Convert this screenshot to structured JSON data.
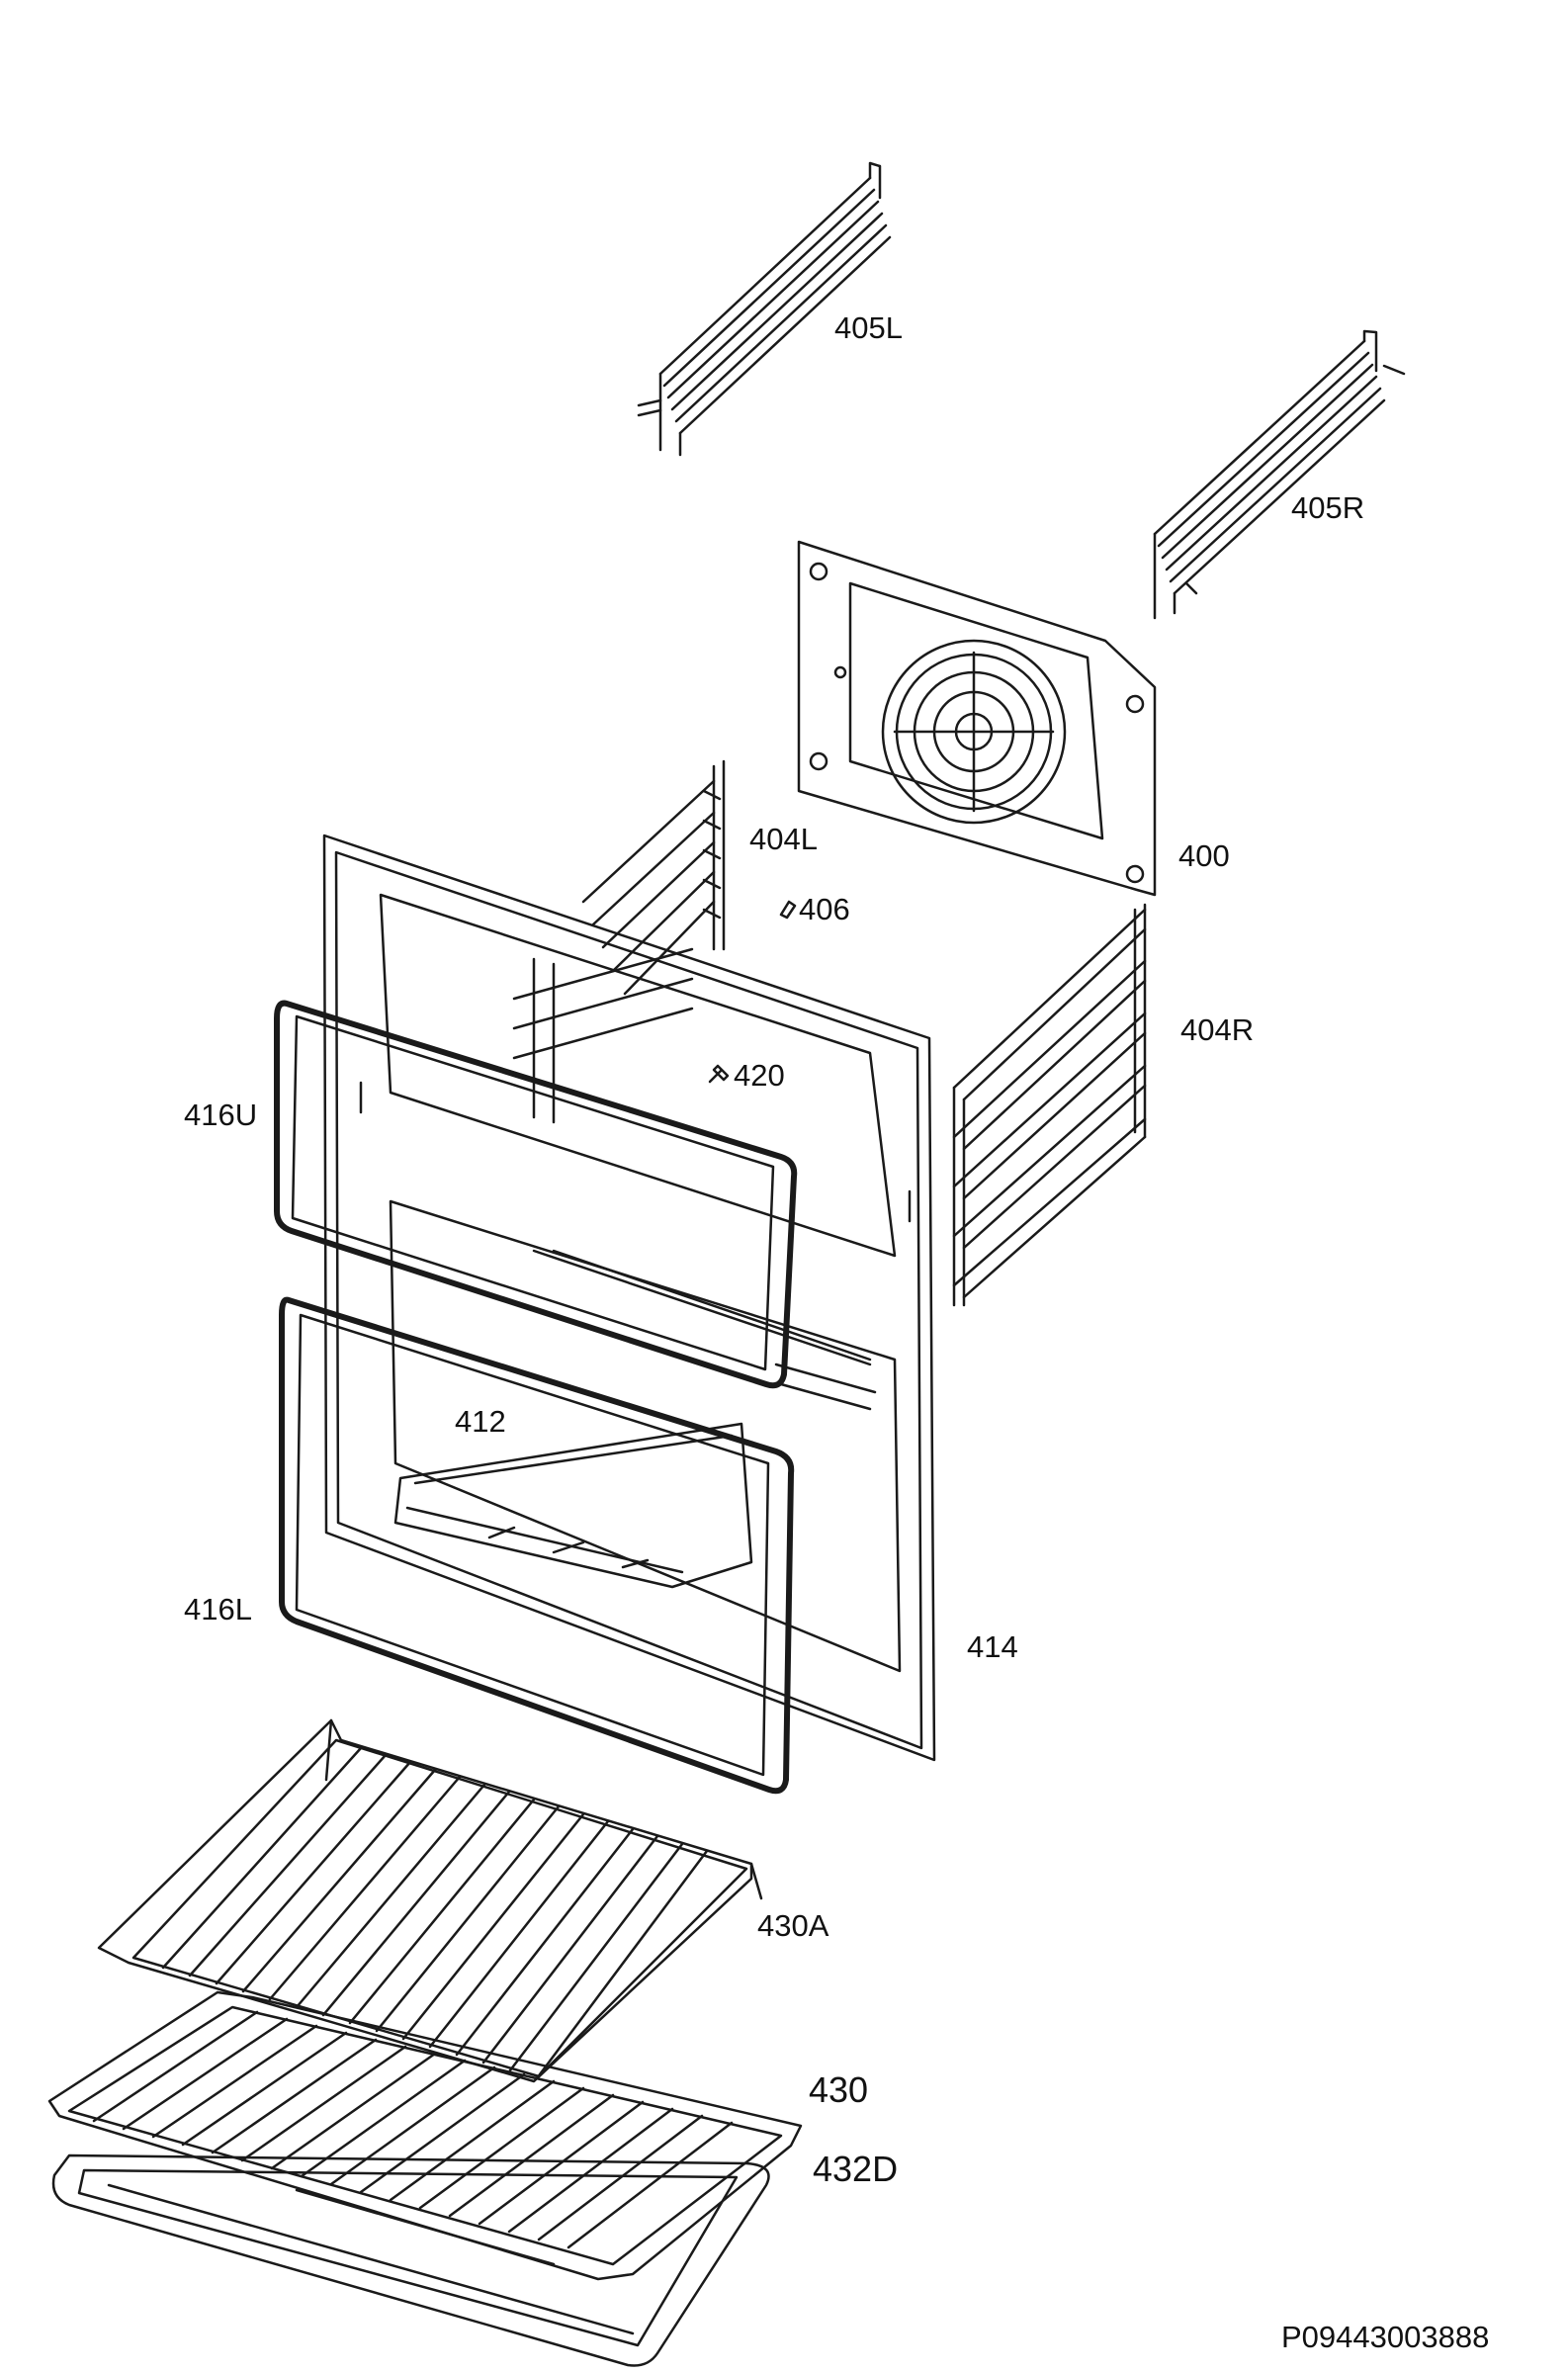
{
  "diagram": {
    "callouts": [
      {
        "id": "405L",
        "text": "405L"
      },
      {
        "id": "405R",
        "text": "405R"
      },
      {
        "id": "400",
        "text": "400"
      },
      {
        "id": "404L",
        "text": "404L"
      },
      {
        "id": "406",
        "text": "406"
      },
      {
        "id": "404R",
        "text": "404R"
      },
      {
        "id": "420",
        "text": "420"
      },
      {
        "id": "416U",
        "text": "416U"
      },
      {
        "id": "412",
        "text": "412"
      },
      {
        "id": "416L",
        "text": "416L"
      },
      {
        "id": "414",
        "text": "414"
      },
      {
        "id": "430A",
        "text": "430A"
      },
      {
        "id": "430",
        "text": "430"
      },
      {
        "id": "432D",
        "text": "432D"
      }
    ],
    "reference_code": "P09443003888"
  },
  "colors": {
    "line": "#1a1a1a",
    "background": "#ffffff"
  }
}
